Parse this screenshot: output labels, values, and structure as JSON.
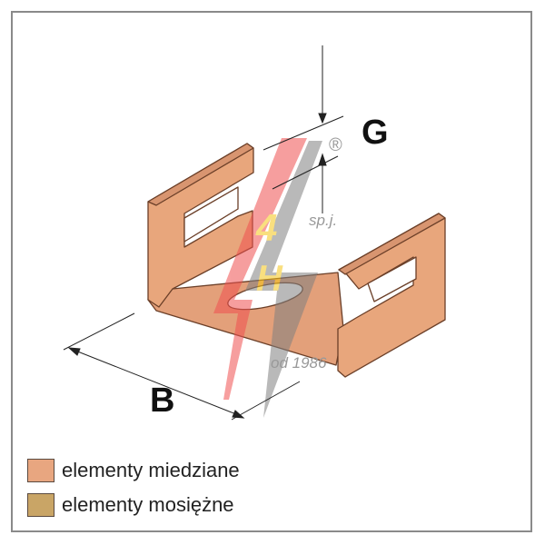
{
  "diagram": {
    "dimension_labels": {
      "g": "G",
      "b": "B"
    },
    "logo": {
      "text": "4H",
      "suffix": "sp.j.",
      "registered": "®",
      "since": "od 1986"
    }
  },
  "legend": [
    {
      "label": "elementy miedziane",
      "color": "#E8A680"
    },
    {
      "label": "elementy mosiężne",
      "color": "#C9A566"
    }
  ],
  "colors": {
    "copper": "#E8A67C",
    "copper_dark": "#C98560",
    "outline": "#6b3f28"
  }
}
